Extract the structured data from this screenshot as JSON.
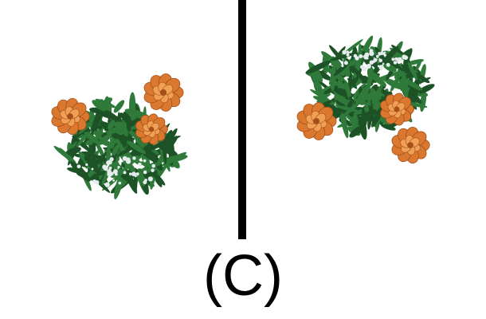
{
  "caption": "(C)",
  "colors": {
    "background": "#ffffff",
    "divider": "#000000",
    "petal": "#d9782e",
    "petal_dark": "#a5501a",
    "petal_light": "#f0a055",
    "leaf": "#2f7a3a",
    "leaf_dark": "#1d5226",
    "snow": "#e6ebee"
  },
  "panels": [
    {
      "name": "left-flower-image",
      "icon": "marigold-plant-icon",
      "view": "mirrored"
    },
    {
      "name": "right-flower-image",
      "icon": "marigold-plant-icon",
      "view": "original"
    }
  ]
}
